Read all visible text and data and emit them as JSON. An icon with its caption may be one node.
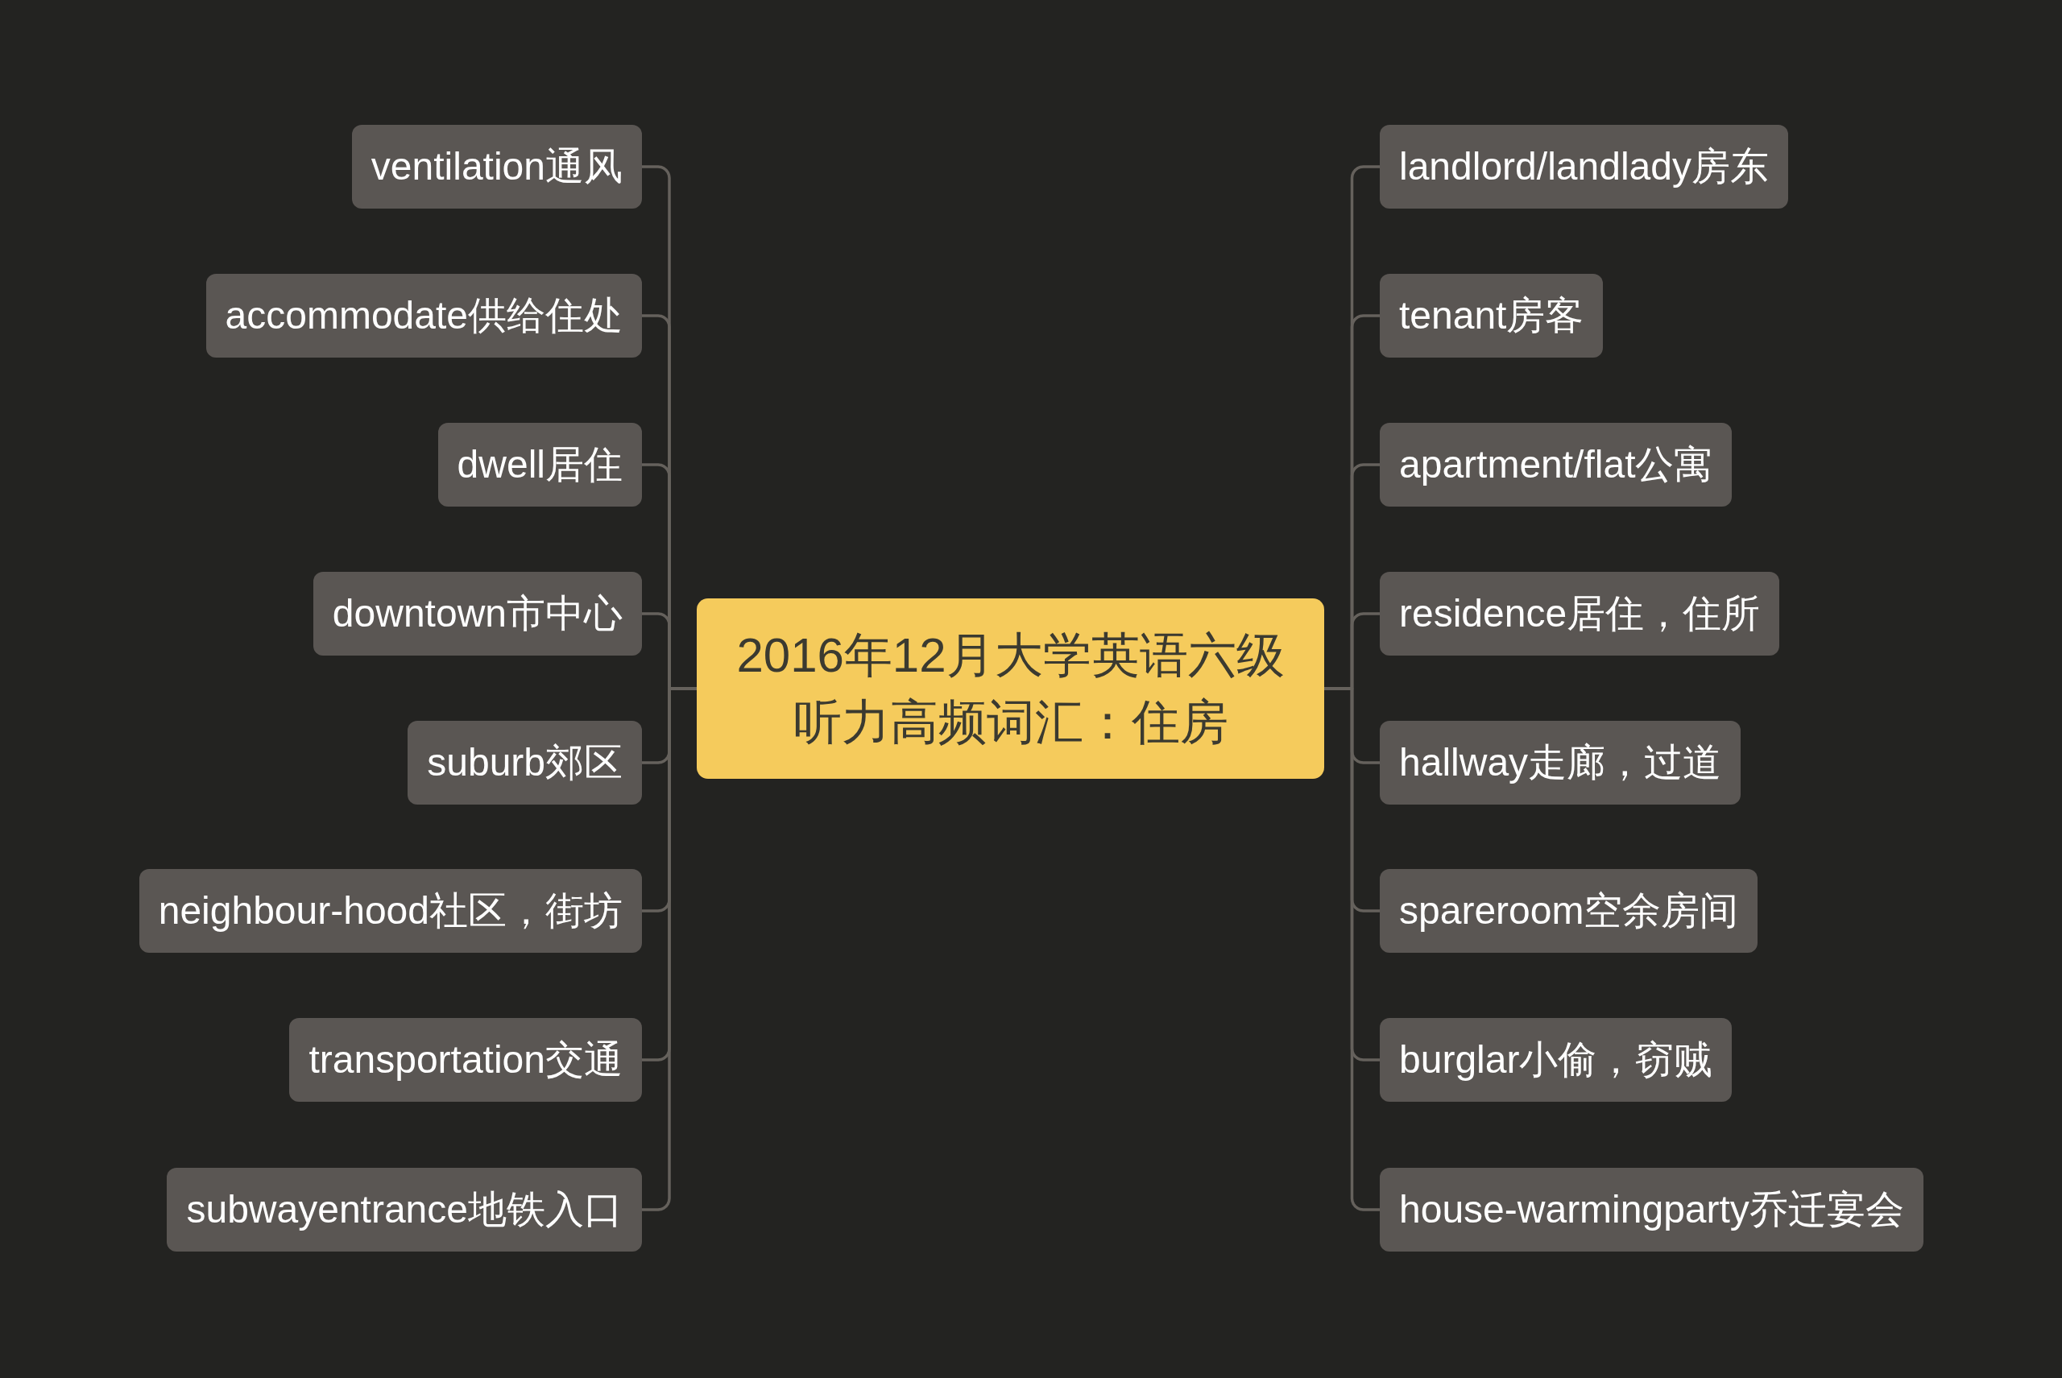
{
  "diagram": {
    "nodes": [
      {
        "text": [
          "2016年12月大学英语六级听力高频词汇：住房"
        ]
      },
      {
        "text": [
          "ventilation通风"
        ]
      },
      {
        "text": [
          "accommodate供给住处"
        ]
      },
      {
        "text": [
          "dwell居住"
        ]
      },
      {
        "text": [
          "downtown市中心"
        ]
      },
      {
        "text": [
          "suburb郊区"
        ]
      },
      {
        "text": [
          "neighbour-hood社区，街坊"
        ]
      },
      {
        "text": [
          "transportation交通"
        ]
      },
      {
        "text": [
          "subwayentrance地铁入口"
        ]
      },
      {
        "text": [
          "landlord/landlady房东"
        ]
      },
      {
        "text": [
          "tenant房客"
        ]
      },
      {
        "text": [
          "apartment/flat公寓"
        ]
      },
      {
        "text": [
          "residence居住，住所"
        ]
      },
      {
        "text": [
          "hallway走廊，过道"
        ]
      },
      {
        "text": [
          "spareroom空余房间"
        ]
      },
      {
        "text": [
          "burglar小偷，窃贼"
        ]
      },
      {
        "text": [
          "house-warmingparty乔迁宴会"
        ]
      }
    ],
    "edges": [
      {
        "from": 0,
        "to": 1,
        "arrow": "none"
      },
      {
        "from": 0,
        "to": 2,
        "arrow": "none"
      },
      {
        "from": 0,
        "to": 3,
        "arrow": "none"
      },
      {
        "from": 0,
        "to": 4,
        "arrow": "none"
      },
      {
        "from": 0,
        "to": 5,
        "arrow": "none"
      },
      {
        "from": 0,
        "to": 6,
        "arrow": "none"
      },
      {
        "from": 0,
        "to": 7,
        "arrow": "none"
      },
      {
        "from": 0,
        "to": 8,
        "arrow": "none"
      },
      {
        "from": 0,
        "to": 9,
        "arrow": "none"
      },
      {
        "from": 0,
        "to": 10,
        "arrow": "none"
      },
      {
        "from": 0,
        "to": 11,
        "arrow": "none"
      },
      {
        "from": 0,
        "to": 12,
        "arrow": "none"
      },
      {
        "from": 0,
        "to": 13,
        "arrow": "none"
      },
      {
        "from": 0,
        "to": 14,
        "arrow": "none"
      },
      {
        "from": 0,
        "to": 15,
        "arrow": "none"
      },
      {
        "from": 0,
        "to": 16,
        "arrow": "none"
      }
    ]
  }
}
